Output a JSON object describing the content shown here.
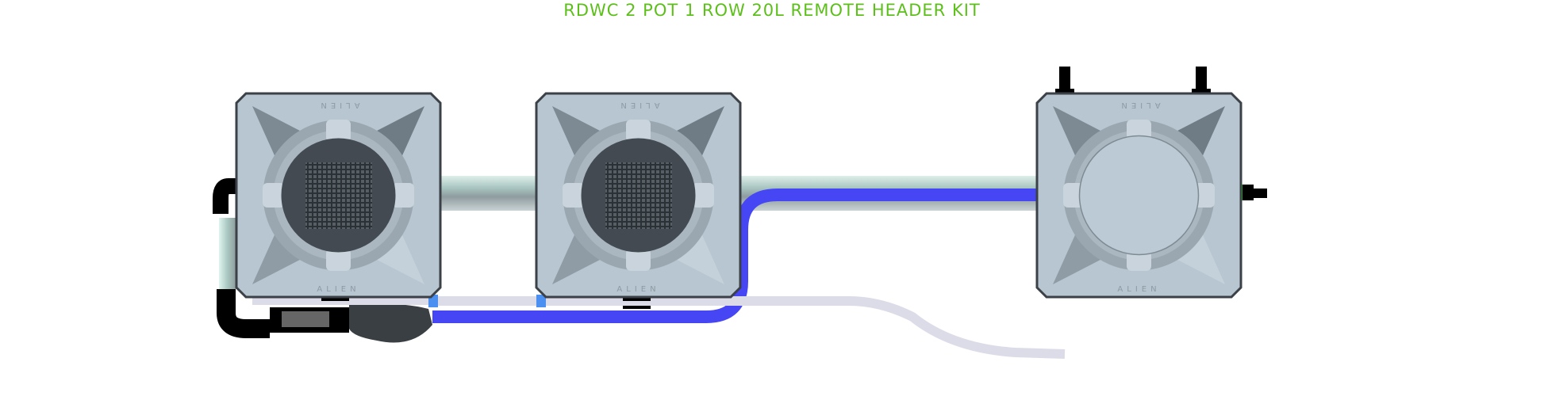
{
  "title": "RDWC 2 POT 1 ROW 20L REMOTE HEADER KIT",
  "pots": [
    {
      "name": "grow-pot-1",
      "brand": "ALIEN",
      "lid": "net-pot"
    },
    {
      "name": "grow-pot-2",
      "brand": "ALIEN",
      "lid": "net-pot"
    },
    {
      "name": "header-tank",
      "brand": "ALIEN",
      "lid": "solid-lid"
    }
  ],
  "colors": {
    "title": "#5cbf1a",
    "pot_body": "#b7c6d1",
    "pot_edge": "#3b4146",
    "net_pot": "#434a51",
    "main_pipe": "#a9b9bb",
    "return_hose": "#4646f5",
    "air_line": "#dcdce8",
    "fitting": "#4b8ff0",
    "valve_accent": "#22dd22"
  }
}
